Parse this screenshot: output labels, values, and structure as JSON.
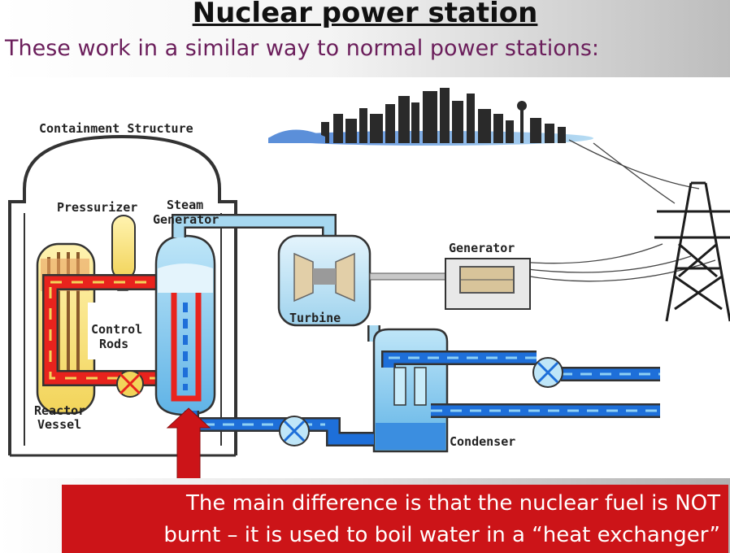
{
  "header": {
    "title": "Nuclear power station",
    "subtitle": "These work in a similar way to normal power stations:"
  },
  "diagram": {
    "labels": {
      "containment": "Containment Structure",
      "pressurizer": "Pressurizer",
      "steam_generator_1": "Steam",
      "steam_generator_2": "Generator",
      "control_rods_1": "Control",
      "control_rods_2": "Rods",
      "reactor_vessel_1": "Reactor",
      "reactor_vessel_2": "Vessel",
      "generator": "Generator",
      "turbine": "Turbine",
      "condenser": "Condenser"
    },
    "colors": {
      "hot_loop": "#e8231d",
      "water": "#1e6fd9",
      "steam": "#a7d8f0",
      "callout": "#cc1418",
      "subtitle": "#6b1e5b"
    }
  },
  "callout": {
    "line1": "The main difference is that the nuclear fuel is NOT",
    "line2": "burnt – it is used to boil water in a “heat exchanger”"
  }
}
